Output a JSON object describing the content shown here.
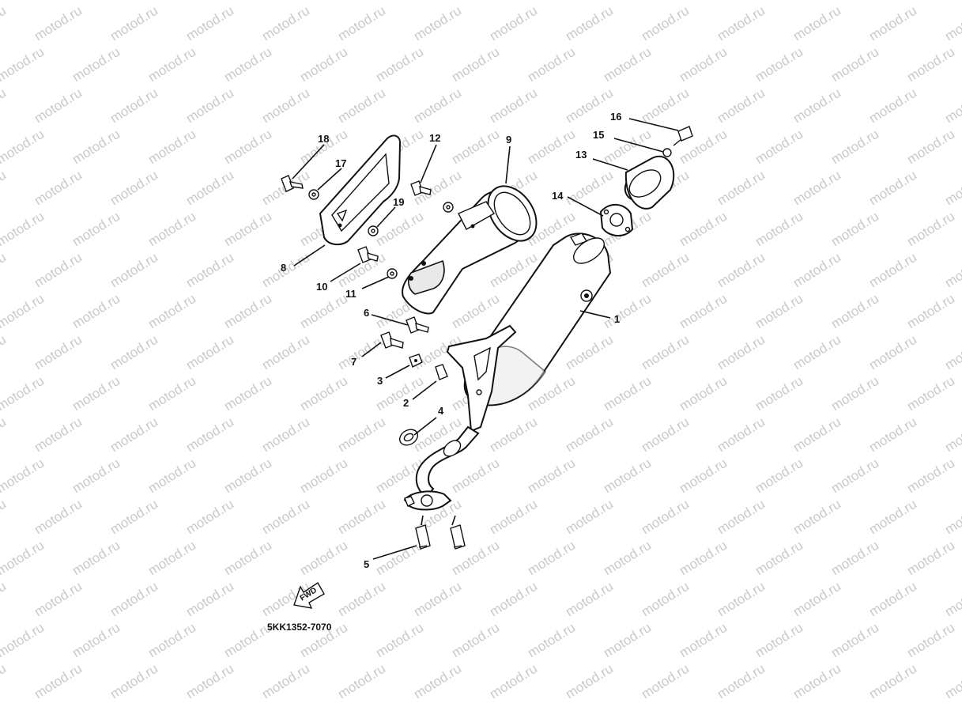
{
  "diagram": {
    "watermark_text": "motod.ru",
    "part_code": "5KK1352-7070",
    "fwd_label": "FWD",
    "callouts": [
      {
        "id": "1",
        "label": "1"
      },
      {
        "id": "2",
        "label": "2"
      },
      {
        "id": "3",
        "label": "3"
      },
      {
        "id": "4",
        "label": "4"
      },
      {
        "id": "5",
        "label": "5"
      },
      {
        "id": "6",
        "label": "6"
      },
      {
        "id": "7",
        "label": "7"
      },
      {
        "id": "8",
        "label": "8"
      },
      {
        "id": "9",
        "label": "9"
      },
      {
        "id": "10",
        "label": "10"
      },
      {
        "id": "11",
        "label": "11"
      },
      {
        "id": "12",
        "label": "12"
      },
      {
        "id": "13",
        "label": "13"
      },
      {
        "id": "14",
        "label": "14"
      },
      {
        "id": "15",
        "label": "15"
      },
      {
        "id": "16",
        "label": "16"
      },
      {
        "id": "17",
        "label": "17"
      },
      {
        "id": "18",
        "label": "18"
      },
      {
        "id": "19",
        "label": "19"
      }
    ]
  }
}
